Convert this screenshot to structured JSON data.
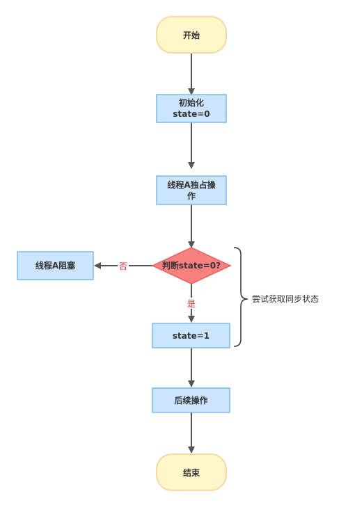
{
  "nodes": {
    "start": {
      "label": "开始",
      "fill": "#fff7c8",
      "stroke": "#f5d8a8"
    },
    "init": {
      "line1": "初始化",
      "line2": "state=0",
      "fill": "#cce5ff",
      "stroke": "#7fb9ee"
    },
    "exclusive": {
      "line1": "线程A独占操",
      "line2": "作",
      "fill": "#cce5ff",
      "stroke": "#7fb9ee"
    },
    "decision": {
      "label": "判断state=0?",
      "fill": "#f8807f",
      "stroke": "#e86060"
    },
    "blocked": {
      "label": "线程A阻塞",
      "fill": "#cce5ff",
      "stroke": "#7fb9ee"
    },
    "set_state": {
      "label": "state=1",
      "fill": "#cce5ff",
      "stroke": "#7fb9ee"
    },
    "follow_up": {
      "label": "后续操作",
      "fill": "#cce5ff",
      "stroke": "#7fb9ee"
    },
    "end": {
      "label": "结束",
      "fill": "#fff7c8",
      "stroke": "#f5d8a8"
    }
  },
  "edges": {
    "no_label": "否",
    "yes_label": "是",
    "color": "#555555",
    "label_color": "#d32f2f"
  },
  "annotation": {
    "label": "尝试获取同步状态"
  }
}
